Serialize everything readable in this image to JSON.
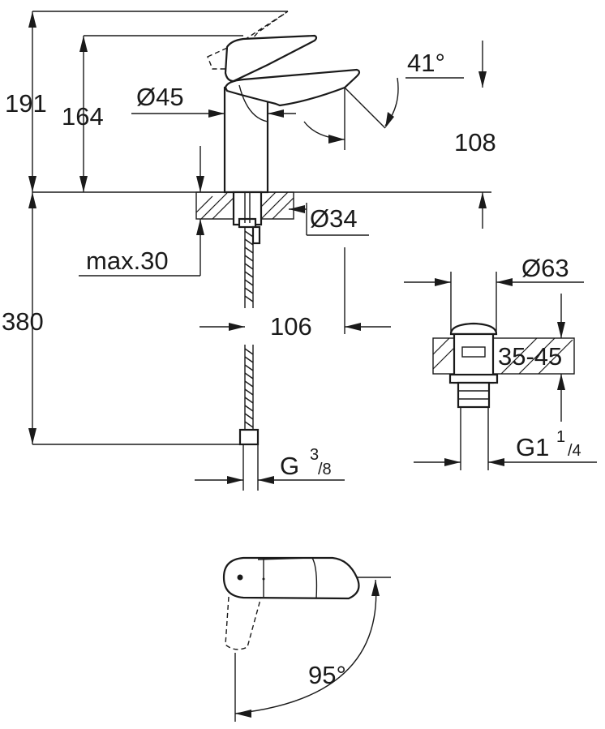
{
  "dimensions": {
    "total_height": "191",
    "spout_height": "164",
    "body_diameter": "Ø45",
    "spout_angle": "41°",
    "spout_reach": "108",
    "hole_diameter": "Ø34",
    "max_deck_thickness": "max.30",
    "below_deck_length": "380",
    "hole_to_spout": "106",
    "connection_thread_main": "G",
    "connection_thread_sup": "3",
    "connection_thread_sub": "/8",
    "waste_diameter": "Ø63",
    "waste_deck_range": "35-45",
    "waste_thread_main": "G1",
    "waste_thread_sup": "1",
    "waste_thread_sub": "/4",
    "lever_rotation": "95°"
  }
}
